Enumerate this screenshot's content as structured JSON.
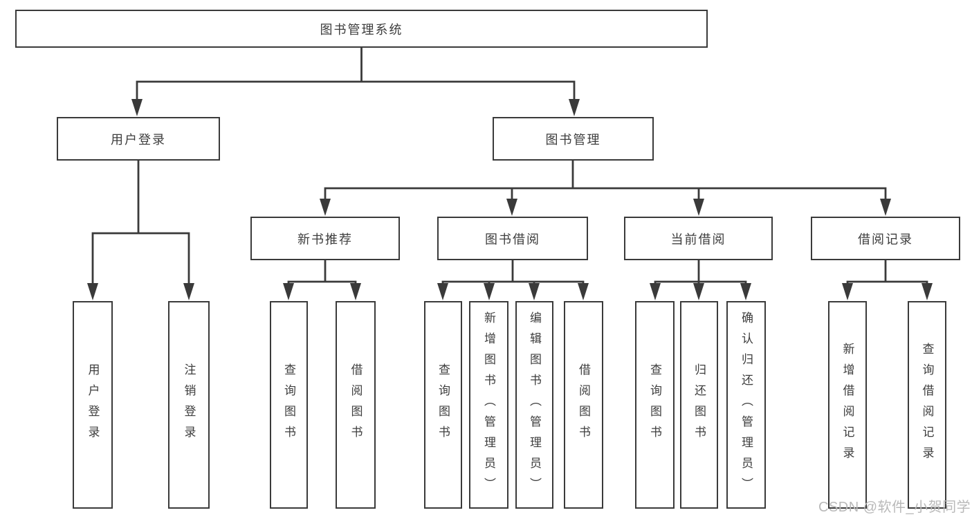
{
  "diagram": {
    "type": "hierarchy",
    "colors": {
      "line": "#3a3a3a",
      "box_border": "#3a3a3a",
      "text": "#3d3d3d",
      "background": "#ffffff",
      "watermark": "#b9b9b9"
    },
    "tree": {
      "label": "图书管理系统",
      "children": [
        {
          "label": "用户登录",
          "children": [
            {
              "label": "用户登录"
            },
            {
              "label": "注销登录"
            }
          ]
        },
        {
          "label": "图书管理",
          "children": [
            {
              "label": "新书推荐",
              "children": [
                {
                  "label": "查询图书"
                },
                {
                  "label": "借阅图书"
                }
              ]
            },
            {
              "label": "图书借阅",
              "children": [
                {
                  "label": "查询图书"
                },
                {
                  "label": "新增图书（管理员）"
                },
                {
                  "label": "编辑图书（管理员）"
                },
                {
                  "label": "借阅图书"
                }
              ]
            },
            {
              "label": "当前借阅",
              "children": [
                {
                  "label": "查询图书"
                },
                {
                  "label": "归还图书"
                },
                {
                  "label": "确认归还（管理员）"
                }
              ]
            },
            {
              "label": "借阅记录",
              "children": [
                {
                  "label": "新增借阅记录"
                },
                {
                  "label": "查询借阅记录"
                }
              ]
            }
          ]
        }
      ]
    },
    "watermark": "CSDN @软件_小贺同学"
  }
}
